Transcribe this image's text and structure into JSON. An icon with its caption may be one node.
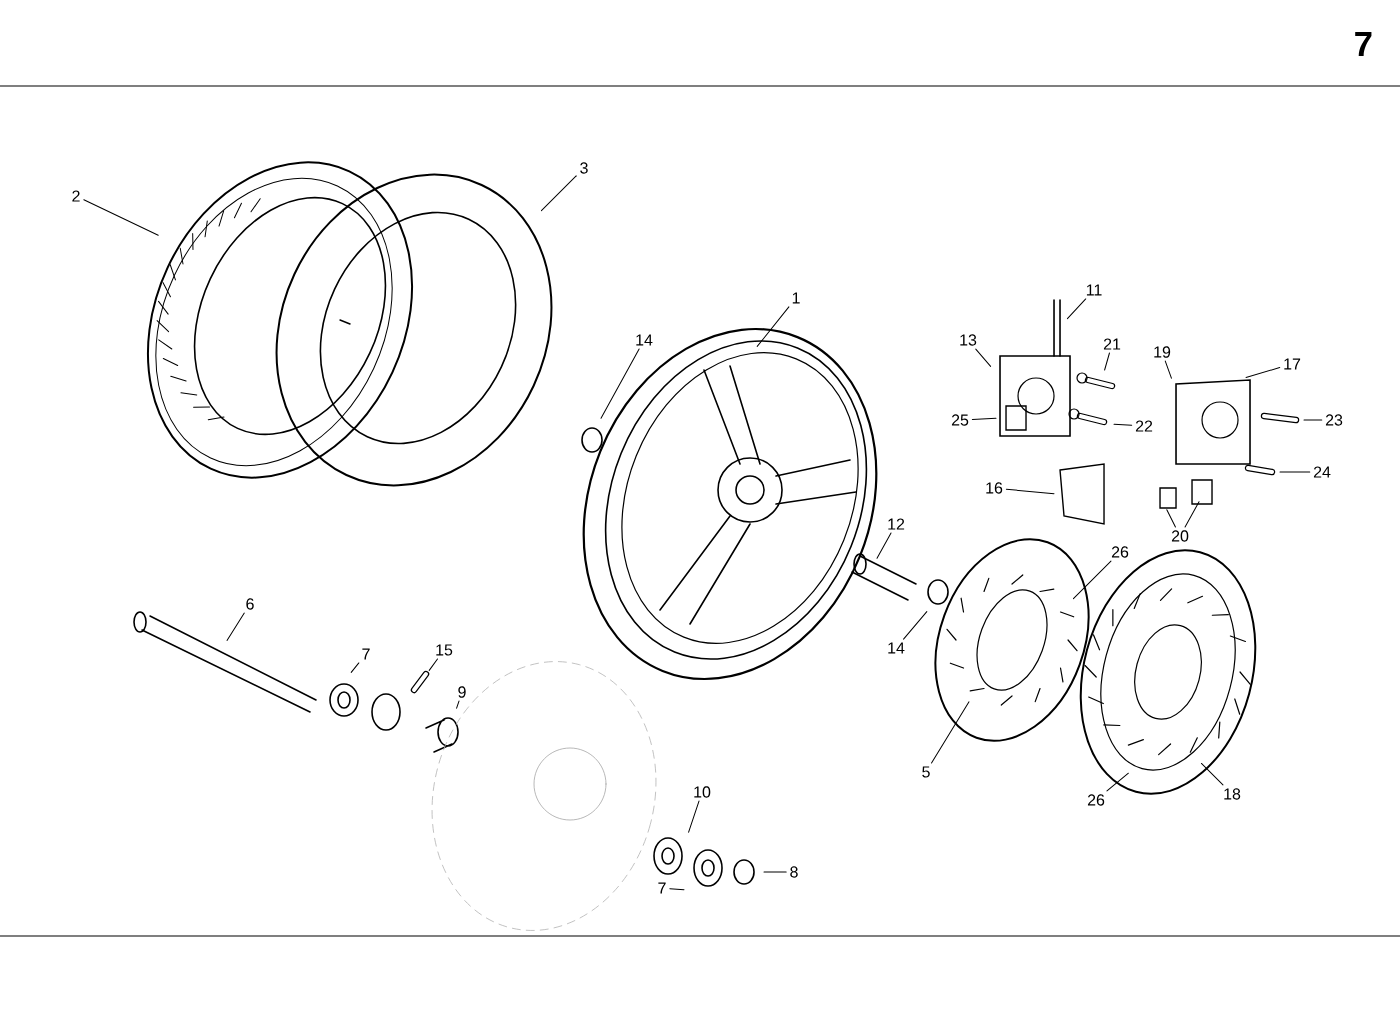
{
  "diagram": {
    "nodes": [
      {
        "text": [
          "2"
        ]
      },
      {
        "text": [
          "3"
        ]
      },
      {
        "text": [
          "1"
        ]
      },
      {
        "text": [
          "14"
        ]
      },
      {
        "text": [
          "11"
        ]
      },
      {
        "text": [
          "21"
        ]
      },
      {
        "text": [
          "13"
        ]
      },
      {
        "text": [
          "25"
        ]
      },
      {
        "text": [
          "22"
        ]
      },
      {
        "text": [
          "19"
        ]
      },
      {
        "text": [
          "17"
        ]
      },
      {
        "text": [
          "23"
        ]
      },
      {
        "text": [
          "16"
        ]
      },
      {
        "text": [
          "24"
        ]
      },
      {
        "text": [
          "20"
        ]
      },
      {
        "text": [
          "12"
        ]
      },
      {
        "text": [
          "14"
        ]
      },
      {
        "text": [
          "26"
        ]
      },
      {
        "text": [
          "6"
        ]
      },
      {
        "text": [
          "7"
        ]
      },
      {
        "text": [
          "15"
        ]
      },
      {
        "text": [
          "9"
        ]
      },
      {
        "text": [
          "5"
        ]
      },
      {
        "text": [
          "26"
        ]
      },
      {
        "text": [
          "18"
        ]
      },
      {
        "text": [
          "10"
        ]
      },
      {
        "text": [
          "7"
        ]
      },
      {
        "text": [
          "8"
        ]
      }
    ],
    "edges": [
      {
        "from": 0,
        "to": null,
        "arrow": "none"
      },
      {
        "from": 1,
        "to": null,
        "arrow": "none"
      },
      {
        "from": 2,
        "to": null,
        "arrow": "none"
      },
      {
        "from": 3,
        "to": null,
        "arrow": "none"
      },
      {
        "from": 4,
        "to": null,
        "arrow": "none"
      },
      {
        "from": 5,
        "to": null,
        "arrow": "none"
      },
      {
        "from": 6,
        "to": null,
        "arrow": "none"
      },
      {
        "from": 7,
        "to": null,
        "arrow": "none"
      },
      {
        "from": 8,
        "to": null,
        "arrow": "none"
      },
      {
        "from": 9,
        "to": null,
        "arrow": "none"
      },
      {
        "from": 10,
        "to": null,
        "arrow": "none"
      },
      {
        "from": 11,
        "to": null,
        "arrow": "none"
      },
      {
        "from": 12,
        "to": null,
        "arrow": "none"
      },
      {
        "from": 13,
        "to": null,
        "arrow": "none"
      },
      {
        "from": 14,
        "to": null,
        "arrow": "none"
      },
      {
        "from": 14,
        "to": null,
        "arrow": "none"
      },
      {
        "from": 15,
        "to": null,
        "arrow": "none"
      },
      {
        "from": 16,
        "to": null,
        "arrow": "none"
      },
      {
        "from": 17,
        "to": null,
        "arrow": "none"
      },
      {
        "from": 18,
        "to": null,
        "arrow": "none"
      },
      {
        "from": 19,
        "to": null,
        "arrow": "none"
      },
      {
        "from": 20,
        "to": null,
        "arrow": "none"
      },
      {
        "from": 21,
        "to": null,
        "arrow": "none"
      },
      {
        "from": 22,
        "to": null,
        "arrow": "none"
      },
      {
        "from": 23,
        "to": null,
        "arrow": "none"
      },
      {
        "from": 24,
        "to": null,
        "arrow": "none"
      },
      {
        "from": 25,
        "to": null,
        "arrow": "none"
      },
      {
        "from": 26,
        "to": null,
        "arrow": "none"
      },
      {
        "from": 27,
        "to": null,
        "arrow": "none"
      }
    ],
    "labels": [
      "7"
    ]
  }
}
